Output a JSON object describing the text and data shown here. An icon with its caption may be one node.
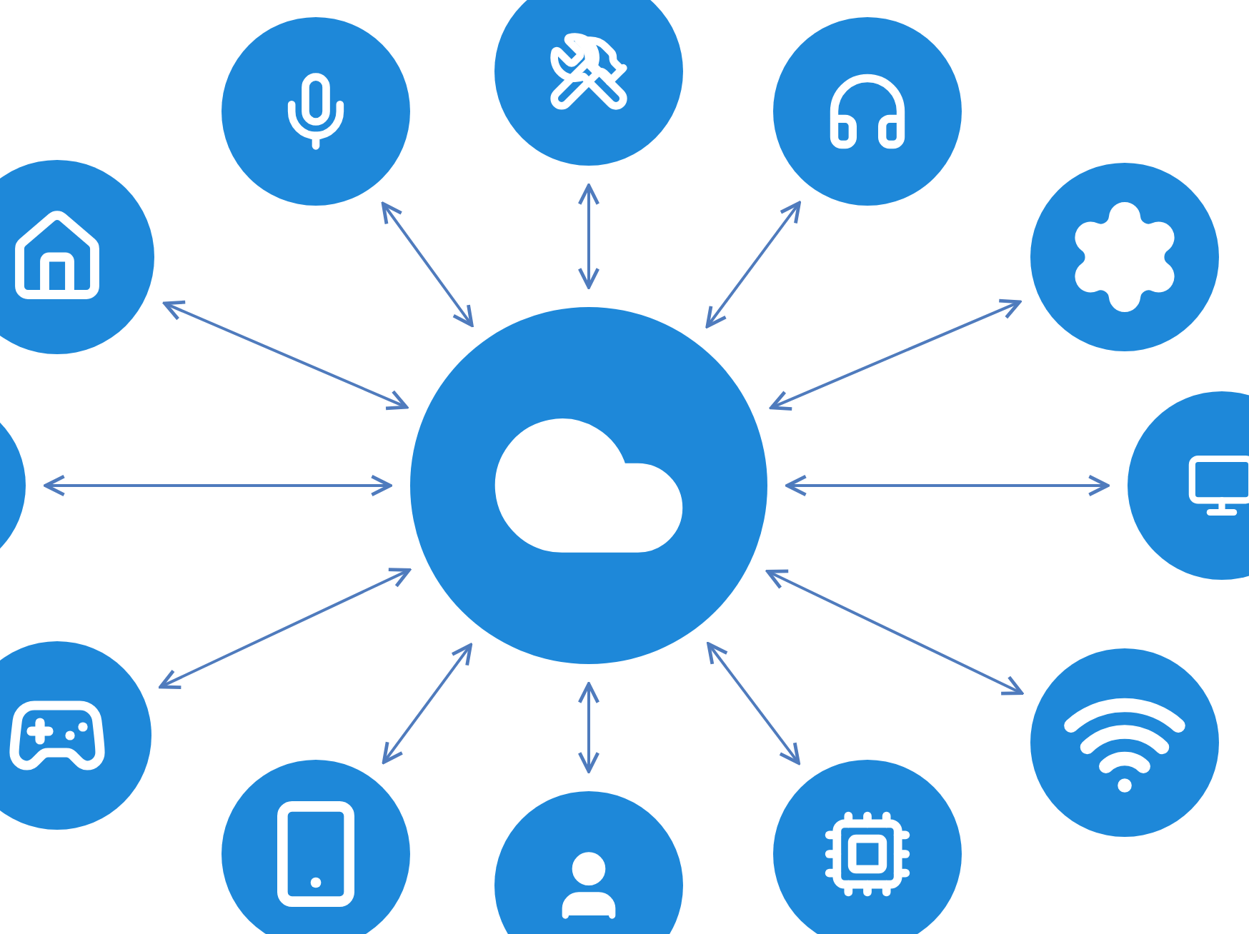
{
  "diagram": {
    "nodes": [
      {
        "text": [],
        "shape": "circle"
      },
      {
        "text": [],
        "shape": "circle"
      },
      {
        "text": [],
        "shape": "circle"
      },
      {
        "text": [],
        "shape": "circle"
      },
      {
        "text": [],
        "shape": "circle"
      },
      {
        "text": [],
        "shape": "circle"
      },
      {
        "text": [],
        "shape": "circle"
      },
      {
        "text": [],
        "shape": "circle"
      },
      {
        "text": [],
        "shape": "circle"
      },
      {
        "text": [],
        "shape": "circle"
      },
      {
        "text": [],
        "shape": "circle"
      },
      {
        "text": [],
        "shape": "circle"
      },
      {
        "text": [],
        "shape": "circle"
      }
    ],
    "edges": [
      {
        "from": 0,
        "to": 1,
        "arrow": "both"
      },
      {
        "from": 0,
        "to": 2,
        "arrow": "both"
      },
      {
        "from": 0,
        "to": 3,
        "arrow": "both"
      },
      {
        "from": 0,
        "to": 4,
        "arrow": "both"
      },
      {
        "from": 0,
        "to": 5,
        "arrow": "both"
      },
      {
        "from": 0,
        "to": 6,
        "arrow": "both"
      },
      {
        "from": 0,
        "to": 7,
        "arrow": "both"
      },
      {
        "from": 0,
        "to": 8,
        "arrow": "both"
      },
      {
        "from": 0,
        "to": 9,
        "arrow": "both"
      },
      {
        "from": 0,
        "to": 10,
        "arrow": "both"
      },
      {
        "from": 0,
        "to": 11,
        "arrow": "both"
      },
      {
        "from": 0,
        "to": 12,
        "arrow": "both"
      }
    ]
  }
}
